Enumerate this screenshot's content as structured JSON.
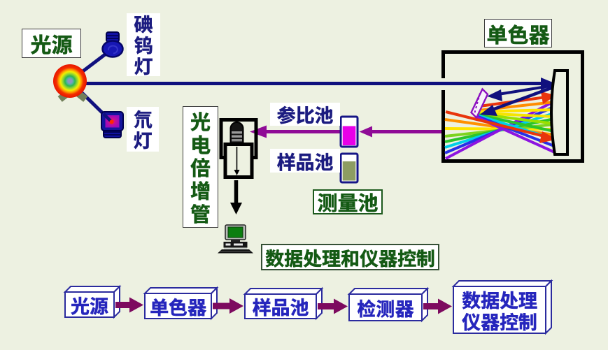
{
  "colors": {
    "background": "#edf1e1",
    "label_green": "#155a15",
    "navy": "#1c1c80",
    "beam_navy": "#10107e",
    "beam_magenta": "#8f0b96",
    "flow_arrow": "#7d0a5f",
    "flow_text_blue": "#2626bd",
    "reference_fill": "#e800e8",
    "sample_fill": "#8d9d62"
  },
  "diagram": {
    "source_label": "光源",
    "tungsten_lamp_label": "碘钨灯",
    "deuterium_lamp_label": "氘灯",
    "monochromator_label": "单色器",
    "reference_cell_label": "参比池",
    "sample_cell_label": "样品池",
    "measuring_cell_label": "测量池",
    "pmt_label": "光电倍增管",
    "data_control_label": "数据处理和仪器控制",
    "icons": [
      "sun-source-icon",
      "tungsten-lamp-icon",
      "deuterium-lamp-icon",
      "concave-mirror-icon",
      "grating-icon",
      "rainbow-fan-icon",
      "reference-cuvette-icon",
      "sample-cuvette-icon",
      "pmt-tube-icon",
      "computer-icon"
    ]
  },
  "flowchart": {
    "steps": [
      {
        "label": "光源"
      },
      {
        "label": "单色器"
      },
      {
        "label": "样品池"
      },
      {
        "label": "检测器"
      },
      {
        "label": "数据处理",
        "label2": "仪器控制"
      }
    ]
  }
}
